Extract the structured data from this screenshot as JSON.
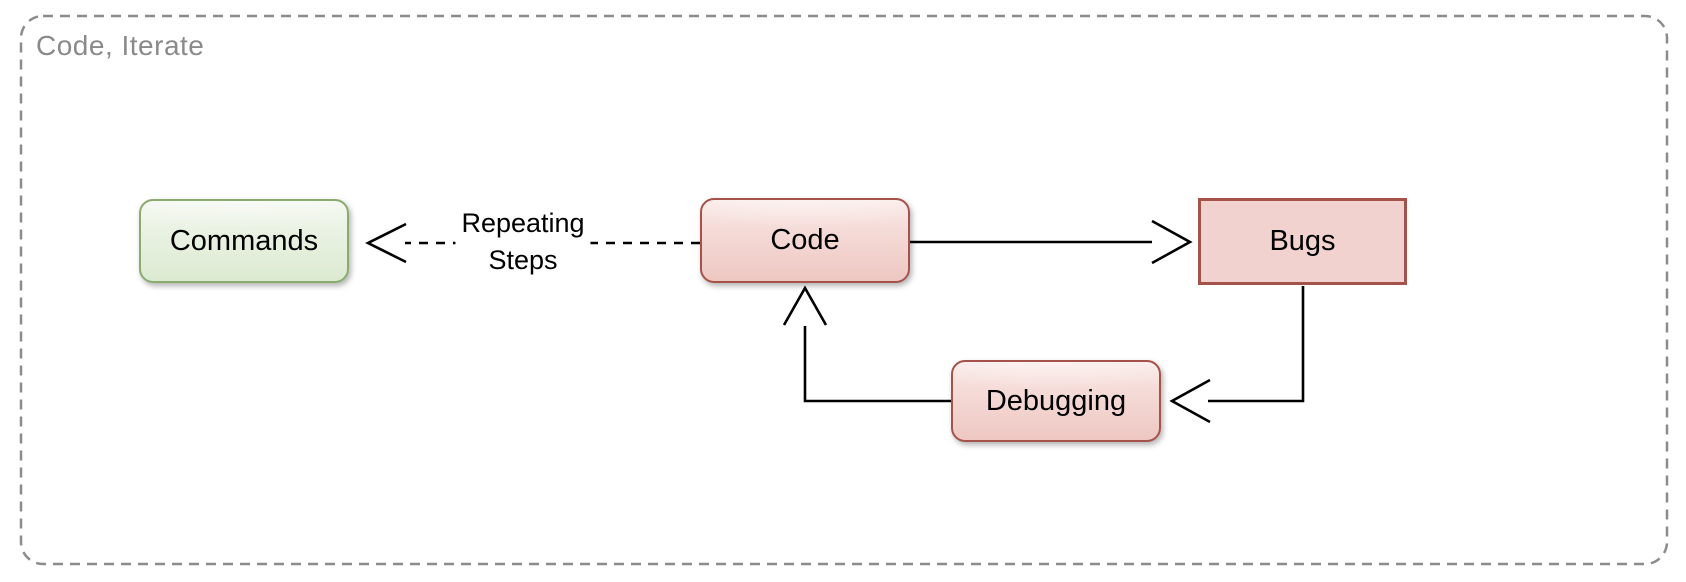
{
  "diagram": {
    "container_label": "Code, Iterate",
    "nodes": {
      "commands": {
        "label": "Commands",
        "shape": "rounded-rect",
        "color_role": "green"
      },
      "code": {
        "label": "Code",
        "shape": "rounded-rect",
        "color_role": "red"
      },
      "bugs": {
        "label": "Bugs",
        "shape": "rect",
        "color_role": "red"
      },
      "debugging": {
        "label": "Debugging",
        "shape": "rounded-rect",
        "color_role": "red"
      }
    },
    "edges": {
      "code_to_commands": {
        "style": "dashed",
        "arrowhead": "open",
        "label_line1": "Repeating",
        "label_line2": "Steps"
      },
      "code_to_bugs": {
        "style": "solid",
        "arrowhead": "open"
      },
      "bugs_to_debugging": {
        "style": "solid",
        "arrowhead": "open"
      },
      "debugging_to_code": {
        "style": "solid",
        "arrowhead": "open"
      }
    },
    "colors": {
      "canvas": "#ffffff",
      "container_border": "#8c8c8c",
      "container_label_color": "#8a8a8a",
      "green_border": "#8aab6f",
      "green_fill_top": "#f2f7ee",
      "green_fill_bottom": "#dcead1",
      "red_border": "#a5524b",
      "red_fill_top": "#f9e7e4",
      "red_fill_bottom": "#eec7c2",
      "bugs_fill": "#f1d2cf",
      "arrow_color": "#000000"
    }
  }
}
